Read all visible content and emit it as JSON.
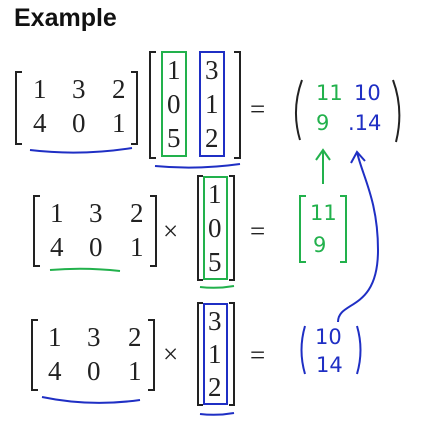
{
  "title": "Example",
  "matrix_a": {
    "row1": [
      "1",
      "3",
      "2"
    ],
    "row2": [
      "4",
      "0",
      "1"
    ]
  },
  "matrix_b": {
    "col1": [
      "1",
      "0",
      "5"
    ],
    "col2": [
      "3",
      "1",
      "2"
    ]
  },
  "result_full": {
    "row1": [
      "11",
      "10"
    ],
    "row2": [
      "9",
      ".14"
    ]
  },
  "result_col1": [
    "11",
    "9"
  ],
  "result_col2": [
    "10",
    "14"
  ],
  "ops": {
    "times": "×",
    "equals": "="
  },
  "colors": {
    "green": "#22b14c",
    "blue": "#1f2fc4",
    "ink": "#222222"
  }
}
